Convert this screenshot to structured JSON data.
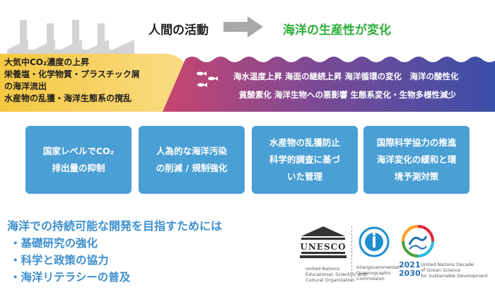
{
  "header": {
    "left_label": "人間の活動",
    "right_label": "海洋の生産性が変化"
  },
  "human_activities": [
    "大気中CO₂濃度の上昇",
    "栄養塩・化学物質・プラスチック屑",
    "の海洋流出",
    "水産物の乱獲・海洋生態系の撹乱"
  ],
  "ocean_changes": [
    "海水温度上昇 海面の継続上昇 海洋循環の変化　海洋の酸性化",
    "貧酸素化 海洋生物への悪影響 生態系変化・生物多様性減少"
  ],
  "measures": [
    {
      "lines": [
        "国家レベルでCO₂",
        "排出量の抑制"
      ]
    },
    {
      "lines": [
        "人為的な海洋汚染",
        "の削減 / 規制強化"
      ]
    },
    {
      "lines": [
        "水産物の乱獲防止",
        "科学的調査に基づ",
        "いた管理"
      ]
    },
    {
      "lines": [
        "国際科学協力の推進",
        "海洋変化の緩和と環",
        "境予測対策"
      ]
    }
  ],
  "sustainable": {
    "title": "海洋での持続可能な開発を目指すためには",
    "bullets": [
      "・基礎研究の強化",
      "・科学と政策の協力",
      "・海洋リテラシーの普及"
    ]
  },
  "logos": {
    "unesco": {
      "wordmark": "UNESCO",
      "caption": [
        "United Nations",
        "Educational, Scientific and",
        "Cultural Organization"
      ]
    },
    "ioc": {
      "caption": [
        "Intergovernmental",
        "Oceanographic",
        "Commission"
      ]
    },
    "decade": {
      "year_start": "2021",
      "year_end": "2030",
      "caption": [
        "United Nations Decade",
        "of Ocean Science",
        "for Sustainable Development"
      ]
    }
  },
  "colors": {
    "header_right": "#2eae3a",
    "box_fill": "#4a9fd4",
    "bottom_text": "#3d8fce",
    "wave_start": "#c8456e",
    "wave_end": "#3a4fa8",
    "band_fill": "#f3c64d"
  }
}
